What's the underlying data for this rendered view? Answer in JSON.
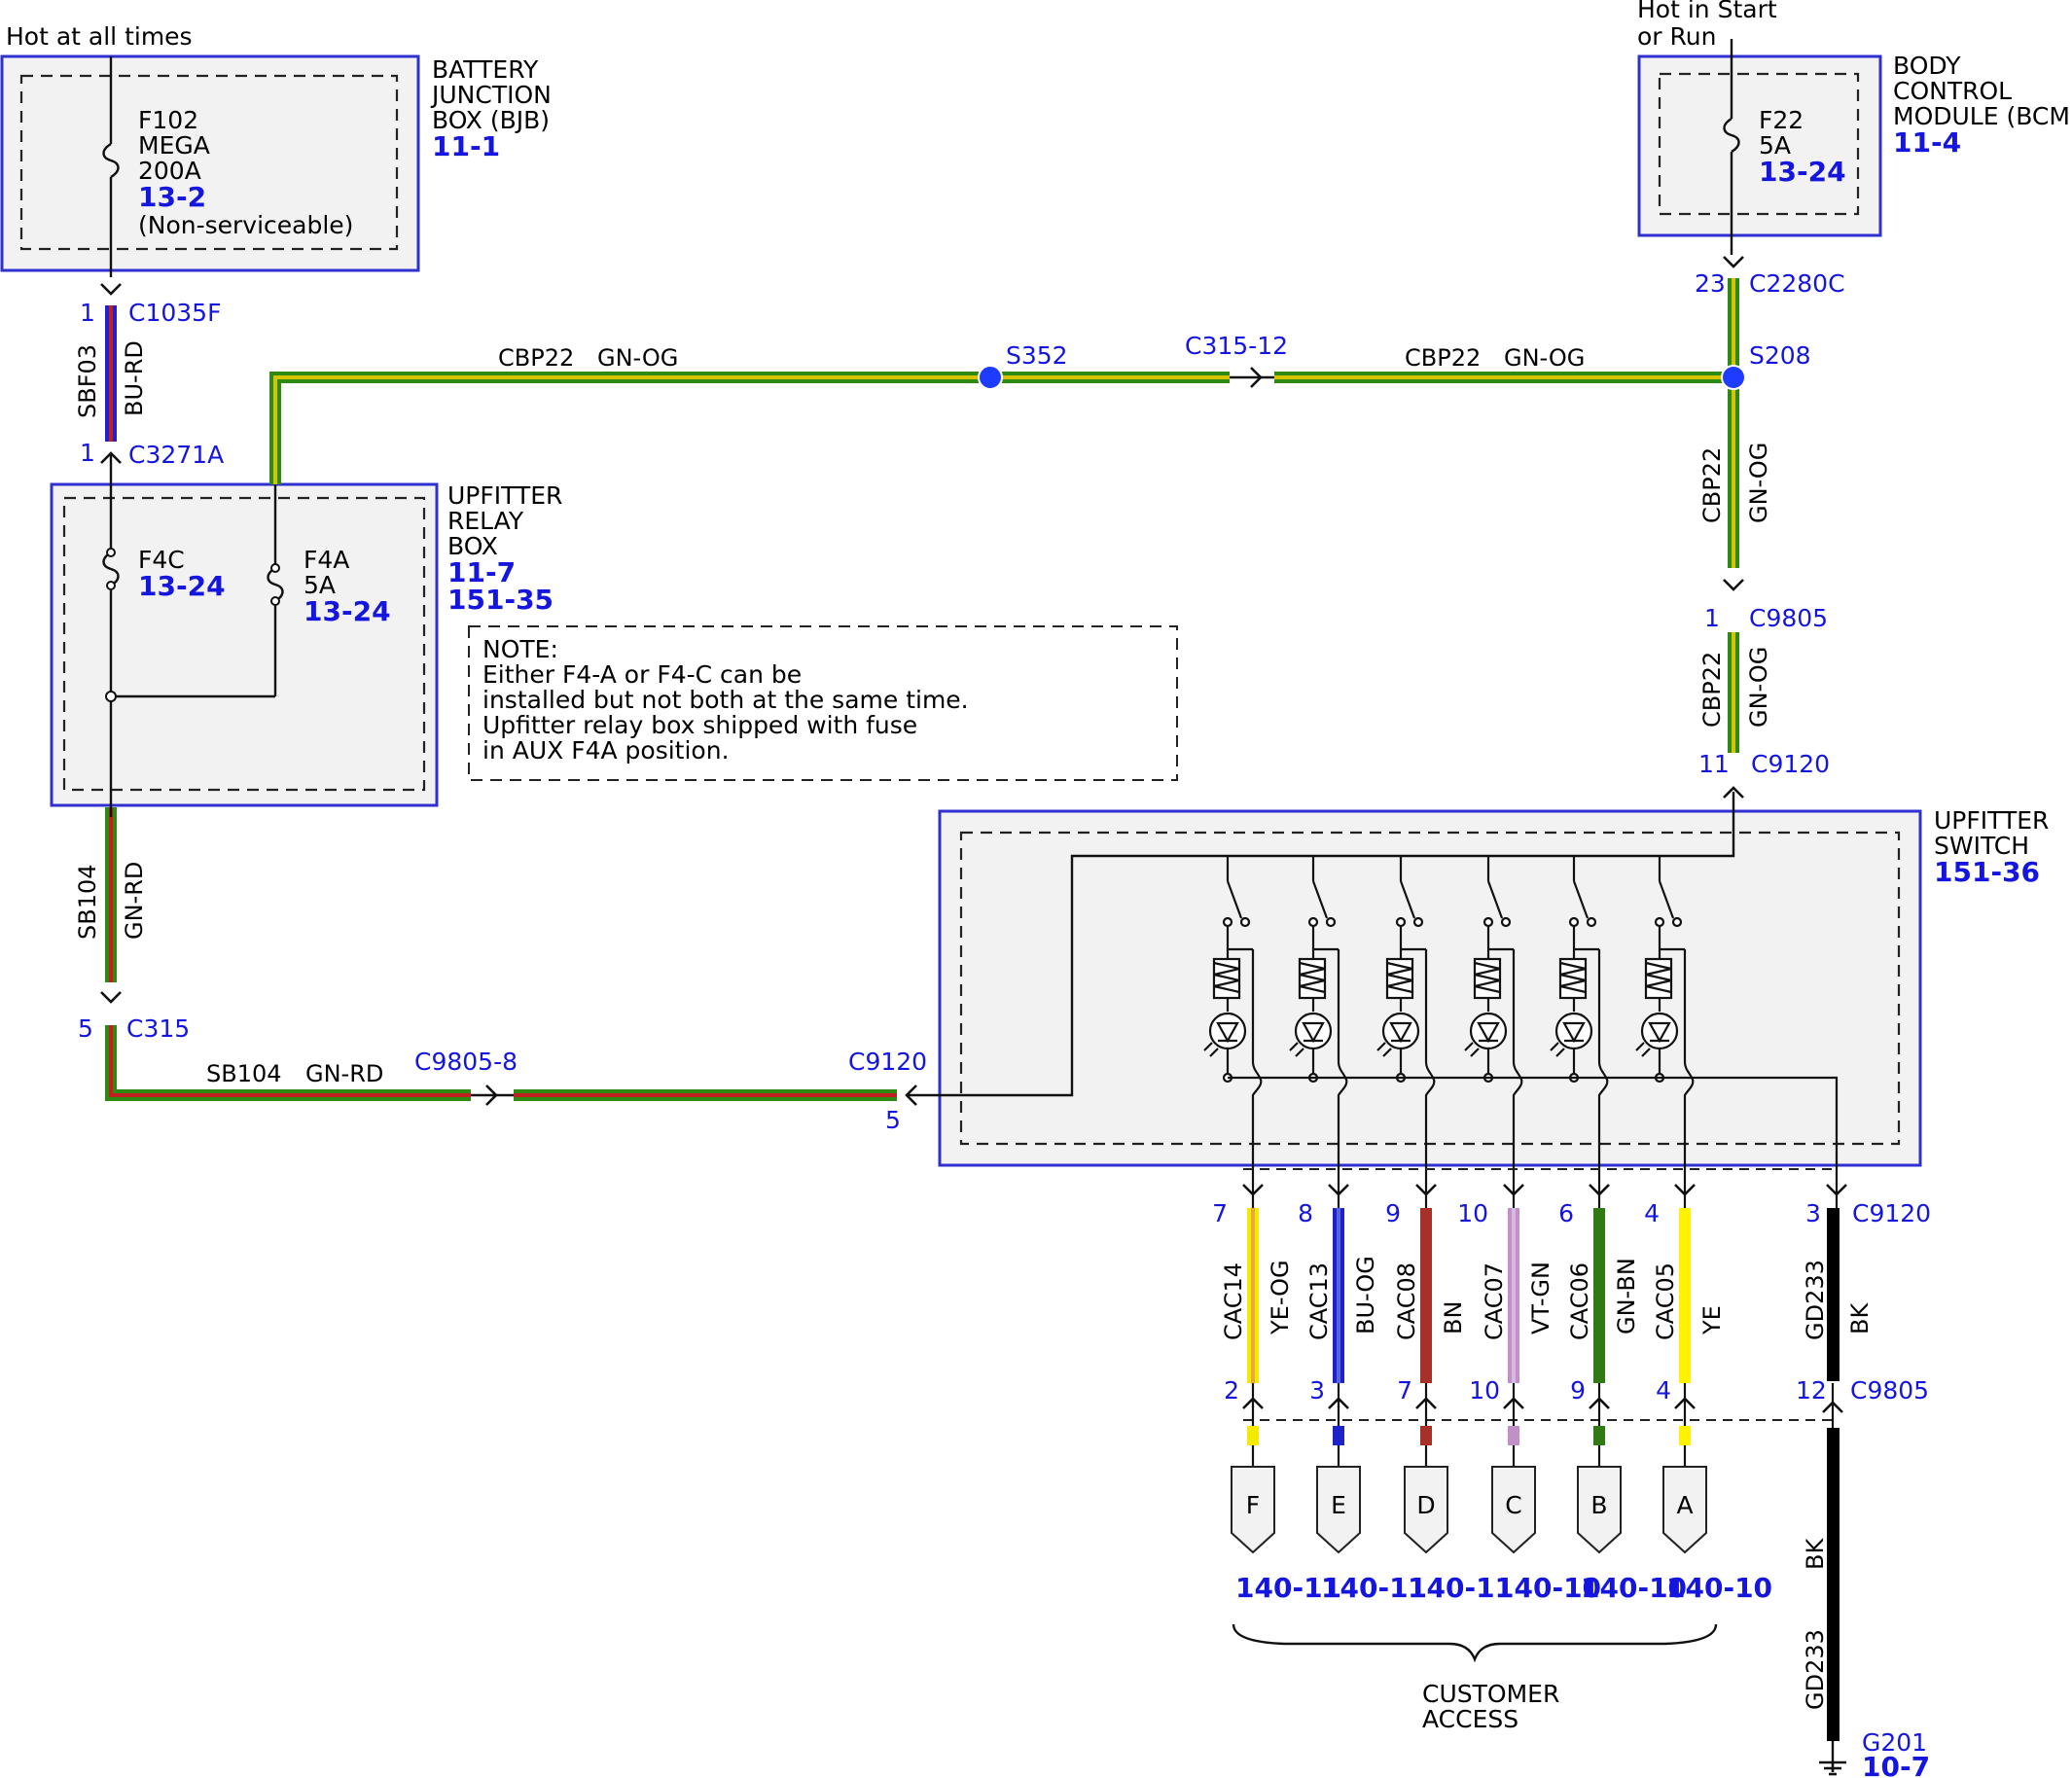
{
  "supply": {
    "left": "Hot at all times",
    "right_line1": "Hot in Start",
    "right_line2": "or Run"
  },
  "bjb": {
    "line1": "BATTERY",
    "line2": "JUNCTION",
    "line3": "BOX (BJB)",
    "ref": "11-1",
    "fuse_id": "F102",
    "fuse_type": "MEGA",
    "fuse_amp": "200A",
    "fuse_ref": "13-2",
    "fuse_note": "(Non-serviceable)"
  },
  "bcm": {
    "line1": "BODY",
    "line2": "CONTROL",
    "line3": "MODULE (BCM)",
    "ref": "11-4",
    "fuse_id": "F22",
    "fuse_amp": "5A",
    "fuse_ref": "13-24"
  },
  "relay_box": {
    "line1": "UPFITTER",
    "line2": "RELAY",
    "line3": "BOX",
    "ref1": "11-7",
    "ref2": "151-35",
    "f4c_id": "F4C",
    "f4c_ref": "13-24",
    "f4a_id": "F4A",
    "f4a_amp": "5A",
    "f4a_ref": "13-24"
  },
  "note": {
    "line1": "NOTE:",
    "line2": "Either F4-A or F4-C can be",
    "line3": "installed but not both at the same time.",
    "line4": "Upfitter relay box shipped with fuse",
    "line5": "in AUX F4A position."
  },
  "switch": {
    "line1": "UPFITTER",
    "line2": "SWITCH",
    "ref": "151-36"
  },
  "connectors": {
    "c1035f": "C1035F",
    "c1035f_pin": "1",
    "c3271a": "C3271A",
    "c3271a_pin": "1",
    "c2280c": "C2280C",
    "c2280c_pin": "23",
    "s352": "S352",
    "s208": "S208",
    "c315_12": "C315-12",
    "c9805_a": "C9805",
    "c9805_a_pin": "1",
    "c9120_a": "C9120",
    "c9120_a_pin": "11",
    "c315": "C315",
    "c315_pin": "5",
    "c9805_8": "C9805-8",
    "c9120_b": "C9120",
    "c9120_b_pin": "5",
    "c9120_c": "C9120",
    "c9805_c": "C9805",
    "g201": "G201",
    "g201_ref": "10-7"
  },
  "wires": {
    "sbf03": "SBF03",
    "sbf03_color": "BU-RD",
    "cbp22_h1": "CBP22",
    "cbp22_h1_color": "GN-OG",
    "cbp22_h2": "CBP22",
    "cbp22_h2_color": "GN-OG",
    "cbp22_v1": "CBP22",
    "cbp22_v1_color": "GN-OG",
    "cbp22_v2": "CBP22",
    "cbp22_v2_color": "GN-OG",
    "sb104_v": "SB104",
    "sb104_v_color": "GN-RD",
    "sb104_h": "SB104",
    "sb104_h_color": "GN-RD",
    "gd233_a": "GD233",
    "gd233_a_color": "BK",
    "gd233_b": "GD233",
    "gd233_b_color": "BK"
  },
  "outputs": [
    {
      "circuit": "CAC14",
      "color": "YE-OG",
      "pin_top": "7",
      "pin_bottom": "2",
      "letter": "F",
      "ref": "140-11",
      "c1": "#f3ea00",
      "c2": "#f3ea00",
      "c3": "#e9a83a"
    },
    {
      "circuit": "CAC13",
      "color": "BU-OG",
      "pin_top": "8",
      "pin_bottom": "3",
      "letter": "E",
      "ref": "140-11",
      "c1": "#1e22c8",
      "c2": "#1e22c8",
      "c3": "#5a63e0"
    },
    {
      "circuit": "CAC08",
      "color": "BN",
      "pin_top": "9",
      "pin_bottom": "7",
      "letter": "D",
      "ref": "140-11",
      "c1": "#a8302a",
      "c2": "#a8302a",
      "c3": "#a8302a"
    },
    {
      "circuit": "CAC07",
      "color": "VT-GN",
      "pin_top": "10",
      "pin_bottom": "10",
      "letter": "C",
      "ref": "140-10",
      "c1": "#c290c8",
      "c2": "#c290c8",
      "c3": "#d8b8e0"
    },
    {
      "circuit": "CAC06",
      "color": "GN-BN",
      "pin_top": "6",
      "pin_bottom": "9",
      "letter": "B",
      "ref": "140-10",
      "c1": "#2f7a12",
      "c2": "#2f7a12",
      "c3": "#2f7a12"
    },
    {
      "circuit": "CAC05",
      "color": "YE",
      "pin_top": "4",
      "pin_bottom": "4",
      "letter": "A",
      "ref": "140-10",
      "c1": "#fff200",
      "c2": "#fff200",
      "c3": "#fff200"
    }
  ],
  "ground_pins": {
    "top": "3",
    "bottom": "12"
  },
  "customer_access": {
    "line1": "CUSTOMER",
    "line2": "ACCESS"
  },
  "colors": {
    "box_border": "#3030d0",
    "ref_blue": "#1515e0",
    "splice_blue": "#1e3cff",
    "wire_green": "#2f8a14",
    "wire_orange": "#d6c400",
    "wire_red": "#c02020",
    "wire_blue": "#2020d0",
    "wire_black": "#000000"
  }
}
